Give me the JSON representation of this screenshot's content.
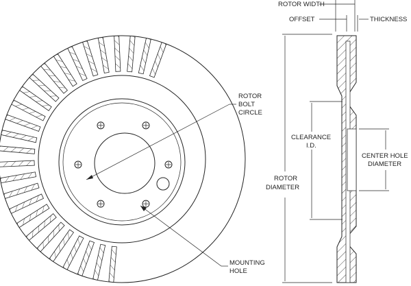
{
  "labels": {
    "rotor_width": "ROTOR WIDTH",
    "offset": "OFFSET",
    "thickness": "THICKNESS",
    "rotor_bolt_circle": [
      "ROTOR",
      "BOLT",
      "CIRCLE"
    ],
    "clearance_id": [
      "CLEARANCE",
      "I.D."
    ],
    "center_hole_diameter": [
      "CENTER HOLE",
      "DIAMETER"
    ],
    "rotor_diameter": [
      "ROTOR",
      "DIAMETER"
    ],
    "mounting_hole": [
      "MOUNTING",
      "HOLE"
    ]
  },
  "colors": {
    "line": "#222222",
    "background": "#ffffff"
  }
}
